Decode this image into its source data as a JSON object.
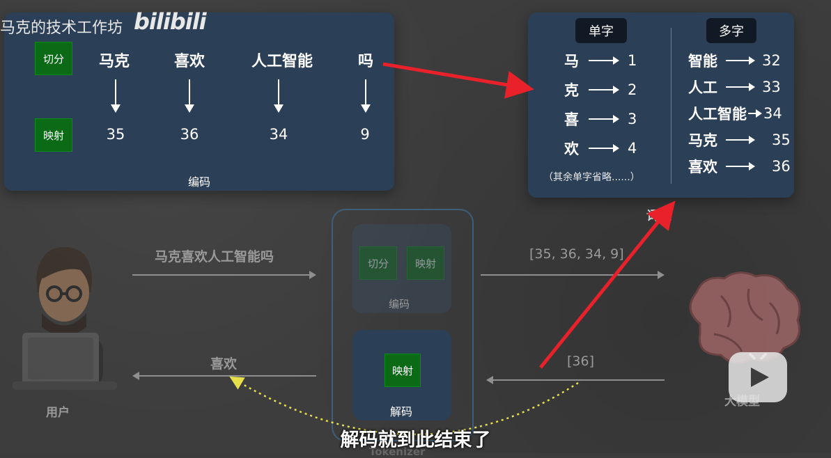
{
  "watermark": {
    "channel": "马克的技术工作坊",
    "site_logo": "bilibili"
  },
  "encode_panel": {
    "tag_split": "切分",
    "tag_map": "映射",
    "words": [
      "马克",
      "喜欢",
      "人工智能",
      "吗"
    ],
    "ids": [
      "35",
      "36",
      "34",
      "9"
    ],
    "caption": "编码"
  },
  "vocab_panel": {
    "single_title": "单字",
    "multi_title": "多字",
    "single": [
      {
        "token": "马",
        "id": "1"
      },
      {
        "token": "克",
        "id": "2"
      },
      {
        "token": "喜",
        "id": "3"
      },
      {
        "token": "欢",
        "id": "4"
      }
    ],
    "single_note": "（其余单字省略......）",
    "multi": [
      {
        "token": "智能",
        "id": "32"
      },
      {
        "token": "人工",
        "id": "33"
      },
      {
        "token": "人工智能",
        "id": "34"
      },
      {
        "token": "马克",
        "id": "35"
      },
      {
        "token": "喜欢",
        "id": "36"
      }
    ],
    "caption": "词表"
  },
  "flow": {
    "user_label": "用户",
    "input_text": "马克喜欢人工智能吗",
    "tokenizer_split": "切分",
    "tokenizer_map": "映射",
    "tokenizer_encode": "编码",
    "decode_map": "映射",
    "decode_caption": "解码",
    "encoded_ids": "[35, 36, 34, 9]",
    "model_output": "[36]",
    "decoded_text": "喜欢",
    "model_label": "大模型",
    "tokenizer_label": "Tokenizer"
  },
  "subtitle": "解码就到此结束了",
  "colors": {
    "panel": "#2b3f57",
    "tag_green": "#0b6a16",
    "highlight_red": "#e8212b",
    "dotted_yellow": "#e8e04a"
  }
}
